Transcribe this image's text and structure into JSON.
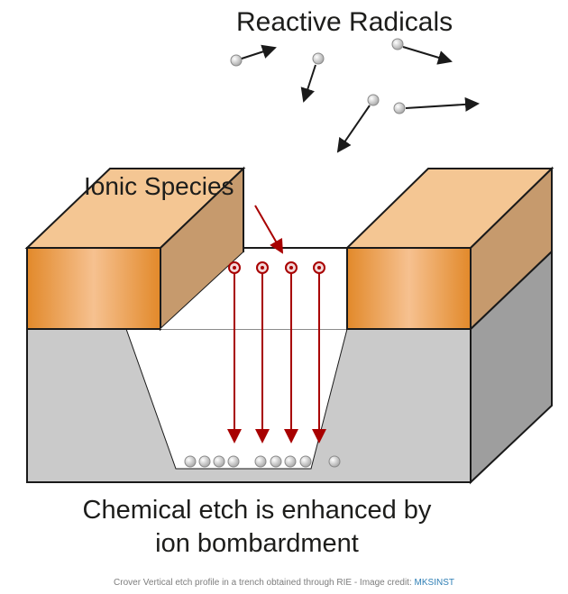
{
  "labels": {
    "reactive_radicals": "Reactive Radicals",
    "ionic_species": "Ionic Species",
    "main_line1": "Chemical etch is enhanced by",
    "main_line2": "ion bombardment"
  },
  "caption": {
    "text": "Crover Vertical etch profile in a trench obtained through RIE - Image credit: ",
    "credit_link": "MKSINST"
  },
  "colors": {
    "mask_front": "#dd8a30",
    "mask_top": "#f4c693",
    "substrate_front": "#c9c9c9",
    "substrate_side": "#9a9a9a",
    "ion_arrow": "#a80000",
    "radical": "#b8b8b8"
  }
}
